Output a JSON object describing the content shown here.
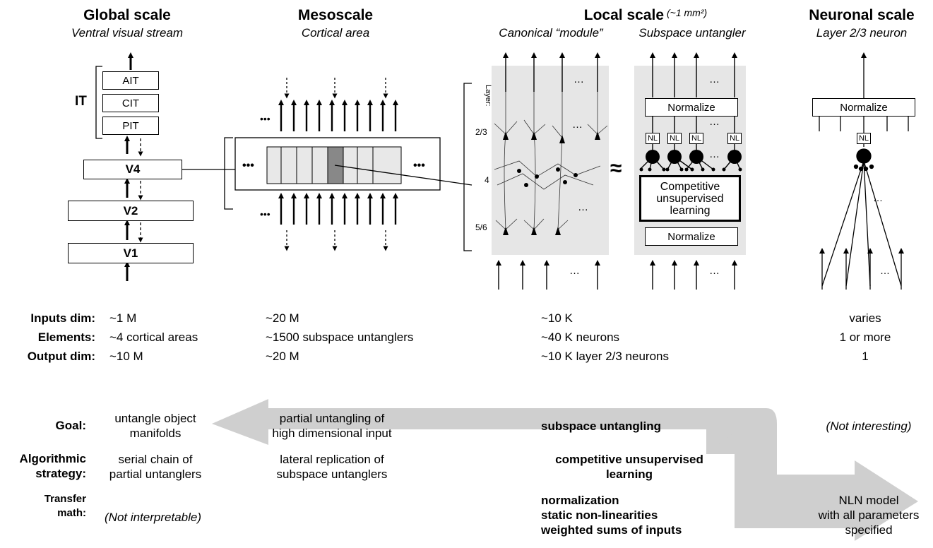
{
  "headers": {
    "global": {
      "title": "Global scale",
      "subtitle": "Ventral visual stream"
    },
    "meso": {
      "title": "Mesoscale",
      "subtitle": "Cortical area"
    },
    "local": {
      "title": "Local scale",
      "area": "(~1 mm²)",
      "subtitle_a": "Canonical “module”",
      "subtitle_b": "Subspace untangler"
    },
    "neuronal": {
      "title": "Neuronal scale",
      "subtitle": "Layer 2/3 neuron"
    }
  },
  "hierarchy": {
    "it_label": "IT",
    "areas": [
      "AIT",
      "CIT",
      "PIT",
      "V4",
      "V2",
      "V1"
    ]
  },
  "mesoscale": {
    "ellipsis": "•••"
  },
  "module": {
    "layer_title": "Layer:",
    "layers": [
      "2/3",
      "4",
      "5/6"
    ],
    "ellipsis": "…",
    "approx": "≈"
  },
  "untangler": {
    "normalize_top": "Normalize",
    "nl": "NL",
    "competitive": "Competitive unsupervised learning",
    "normalize_bottom": "Normalize",
    "ellipsis": "…"
  },
  "neuron": {
    "normalize": "Normalize",
    "nl": "NL",
    "ellipsis": "…"
  },
  "stats": {
    "labels": [
      "Inputs dim:",
      "Elements:",
      "Output dim:"
    ],
    "global": [
      "~1 M",
      "~4 cortical areas",
      "~10 M"
    ],
    "meso": [
      "~20 M",
      "~1500 subspace untanglers",
      "~20 M"
    ],
    "local": [
      "~10 K",
      "~40 K neurons",
      "~10 K layer 2/3 neurons"
    ],
    "neuronal": [
      "varies",
      "1 or more",
      "1"
    ]
  },
  "goals": {
    "labels": {
      "goal": "Goal:",
      "algo_1": "Algorithmic",
      "algo_2": "strategy:",
      "transfer_1": "Transfer",
      "transfer_2": "math:"
    },
    "global": {
      "goal_1": "untangle object",
      "goal_2": "manifolds",
      "algo_1": "serial chain of",
      "algo_2": "partial untanglers",
      "transfer": "(Not interpretable)"
    },
    "meso": {
      "goal_1": "partial untangling of",
      "goal_2": "high dimensional input",
      "algo_1": "lateral replication of",
      "algo_2": "subspace untanglers"
    },
    "local": {
      "goal": "subspace untangling",
      "algo_1": "competitive unsupervised",
      "algo_2": "learning",
      "transfer_1": "normalization",
      "transfer_2": "static non-linearities",
      "transfer_3": "weighted sums of inputs"
    },
    "neuronal": {
      "goal": "(Not interesting)",
      "transfer_1": "NLN model",
      "transfer_2": "with all parameters",
      "transfer_3": "specified"
    }
  }
}
